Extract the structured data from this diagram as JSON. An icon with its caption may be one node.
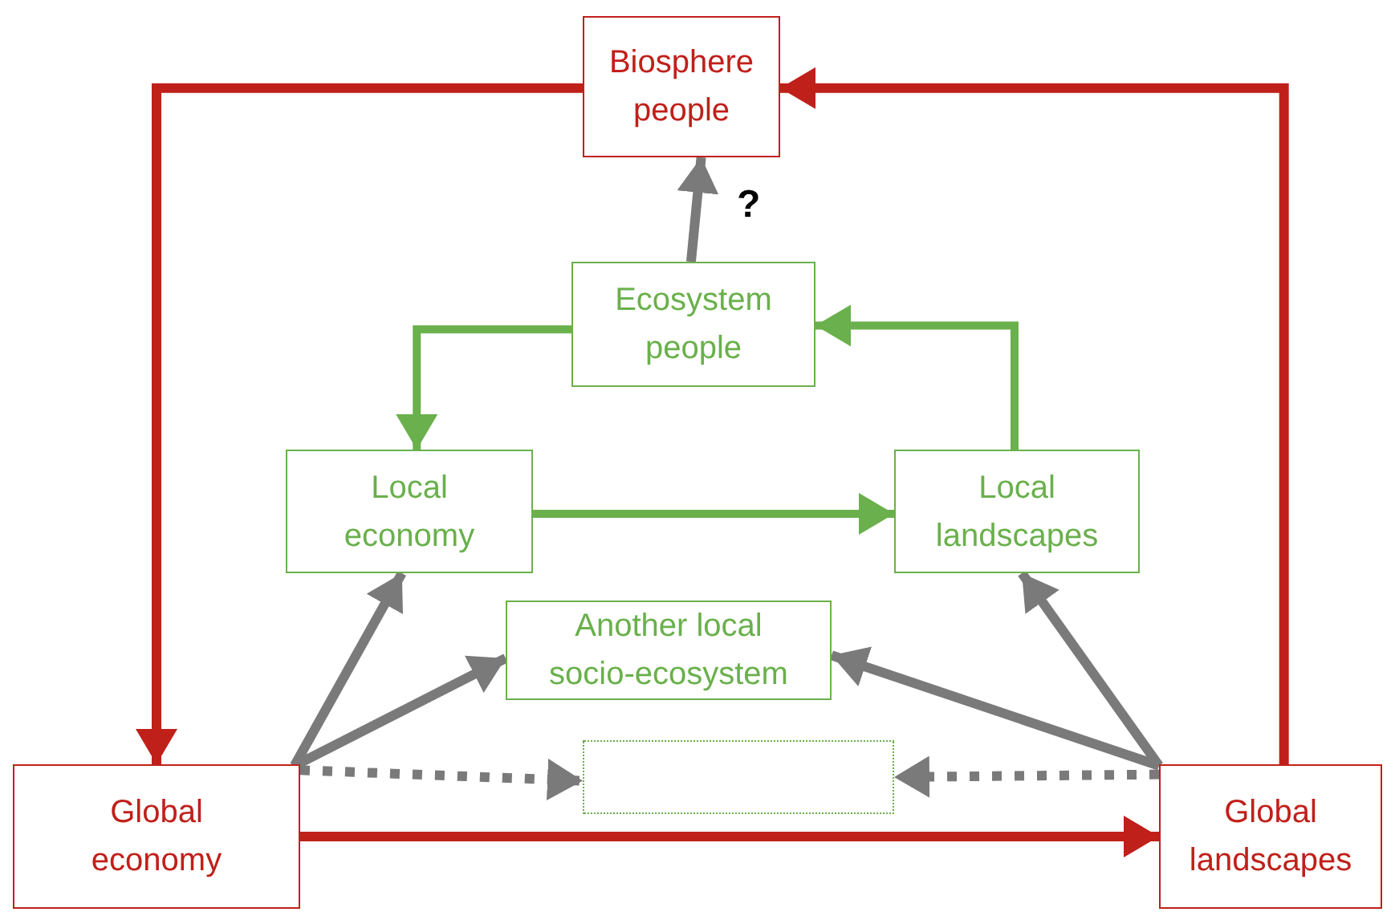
{
  "diagram": {
    "nodes": [
      {
        "text": [
          "Biosphere people"
        ]
      },
      {
        "text": [
          "Ecosystem people"
        ]
      },
      {
        "text": [
          "Local economy"
        ]
      },
      {
        "text": [
          "Local landscapes"
        ]
      },
      {
        "text": [
          "Another local socio-ecosystem"
        ]
      },
      {
        "text": [],
        "shape": "box"
      },
      {
        "text": [
          "Global economy"
        ]
      },
      {
        "text": [
          "Global landscapes"
        ]
      }
    ],
    "edges": [
      {
        "from": 1,
        "to": 0,
        "arrow": "to",
        "label": "?"
      },
      {
        "from": 0,
        "to": 6,
        "arrow": "to",
        "color": "#c0201a"
      },
      {
        "from": 7,
        "to": 0,
        "arrow": "to",
        "color": "#c0201a"
      },
      {
        "from": 1,
        "to": 2,
        "arrow": "to",
        "color": "#6ab04c"
      },
      {
        "from": 3,
        "to": 1,
        "arrow": "to",
        "color": "#6ab04c"
      },
      {
        "from": 2,
        "to": 3,
        "arrow": "to",
        "color": "#6ab04c"
      },
      {
        "from": 6,
        "to": 2,
        "arrow": "to"
      },
      {
        "from": 6,
        "to": 4,
        "arrow": "to"
      },
      {
        "from": 6,
        "to": 5,
        "arrow": "to",
        "style": "dashed"
      },
      {
        "from": 7,
        "to": 3,
        "arrow": "to"
      },
      {
        "from": 7,
        "to": 4,
        "arrow": "to"
      },
      {
        "from": 7,
        "to": 5,
        "arrow": "to",
        "style": "dashed"
      },
      {
        "from": 6,
        "to": 7,
        "arrow": "to",
        "color": "#c0201a"
      }
    ]
  }
}
